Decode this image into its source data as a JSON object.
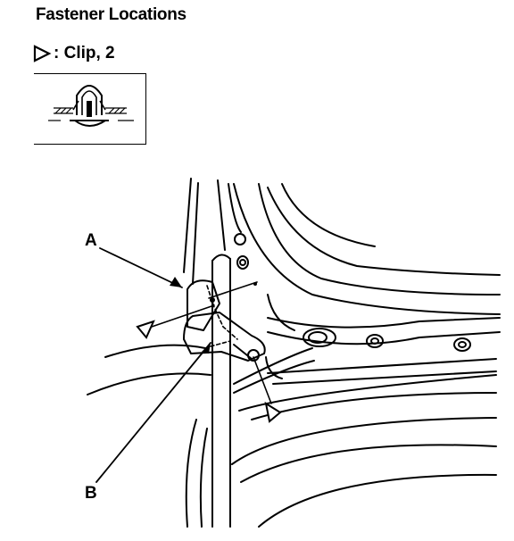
{
  "title": "Fastener Locations",
  "legend": {
    "symbol_icon": "hollow-triangle-icon",
    "label": ": Clip, 2"
  },
  "callouts": {
    "a": "A",
    "b": "B"
  },
  "colors": {
    "ink": "#000000",
    "paper": "#ffffff"
  }
}
